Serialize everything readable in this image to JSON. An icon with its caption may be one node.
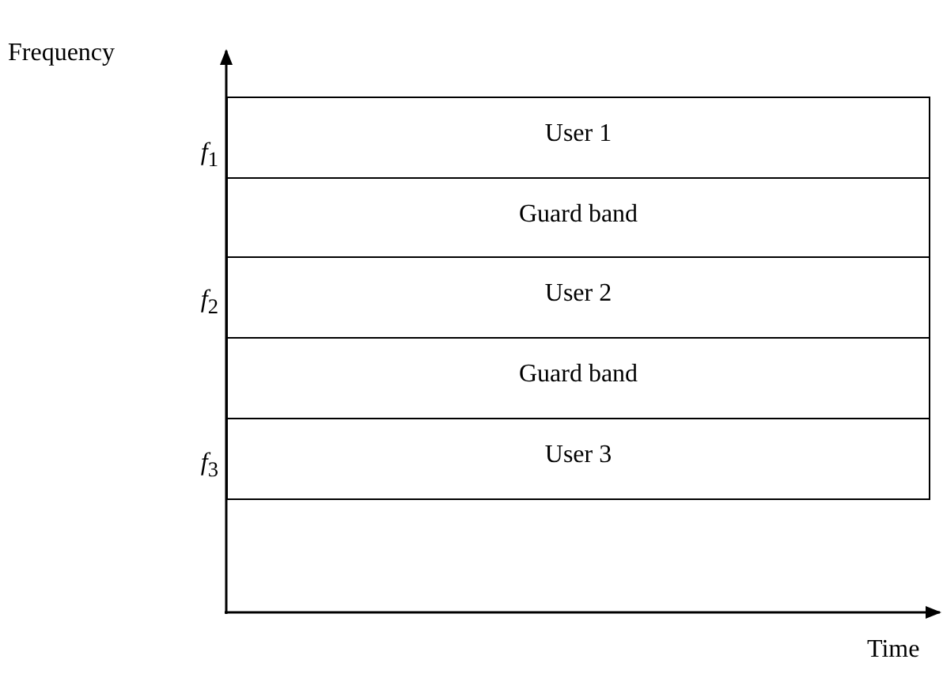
{
  "diagram": {
    "nodes": [
      {
        "text": [
          "User 1"
        ]
      },
      {
        "text": [
          "Guard band"
        ]
      },
      {
        "text": [
          "User 2"
        ]
      },
      {
        "text": [
          "Guard band"
        ]
      },
      {
        "text": [
          "User 3"
        ]
      }
    ],
    "labels": [
      "Frequency",
      "*f*$_{1}$",
      "*f*$_{2}$",
      "*f*$_{3}$",
      "Time"
    ]
  }
}
